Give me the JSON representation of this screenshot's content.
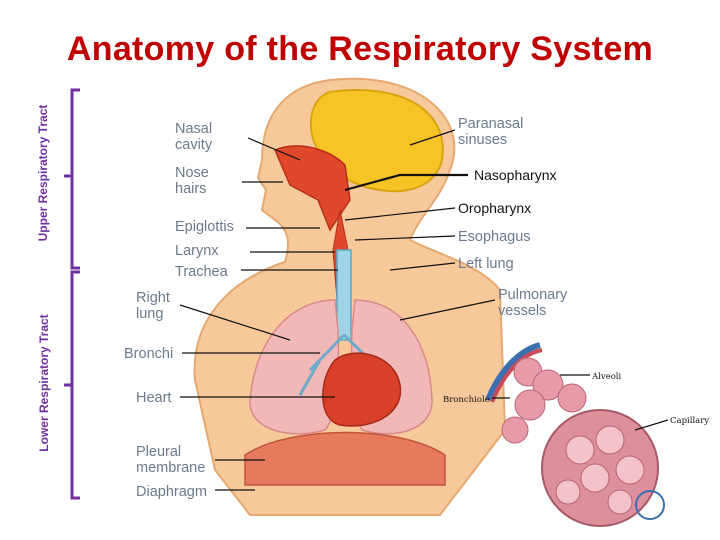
{
  "title": "Anatomy of the Respiratory System",
  "side_labels": {
    "upper": "Upper Respiratory Tract",
    "lower": "Lower Respiratory Tract"
  },
  "labels": {
    "nasal_cavity": "Nasal\ncavity",
    "nose_hairs": "Nose\nhairs",
    "epiglottis": "Epiglottis",
    "larynx": "Larynx",
    "trachea": "Trachea",
    "right_lung": "Right\nlung",
    "bronchi": "Bronchi",
    "heart": "Heart",
    "pleural_membrane": "Pleural\nmembrane",
    "diaphragm": "Diaphragm",
    "paranasal_sinuses": "Paranasal\nsinuses",
    "nasopharynx": "Nasopharynx",
    "oropharynx": "Oropharynx",
    "esophagus": "Esophagus",
    "left_lung": "Left lung",
    "pulmonary_vessels": "Pulmonary\nvessels",
    "alveoli": "Alveoli",
    "bronchiole": "Bronchiole",
    "capillary": "Capillary"
  },
  "colors": {
    "title": "#c00000",
    "bracket": "#7030a0",
    "skin": "#f7c99a",
    "brain": "#f7c325",
    "tissue_red": "#e0482a",
    "lung_pink": "#f2b8b8",
    "trachea_blue": "#9fd3e6",
    "alveoli_pink": "#e89aa8"
  }
}
